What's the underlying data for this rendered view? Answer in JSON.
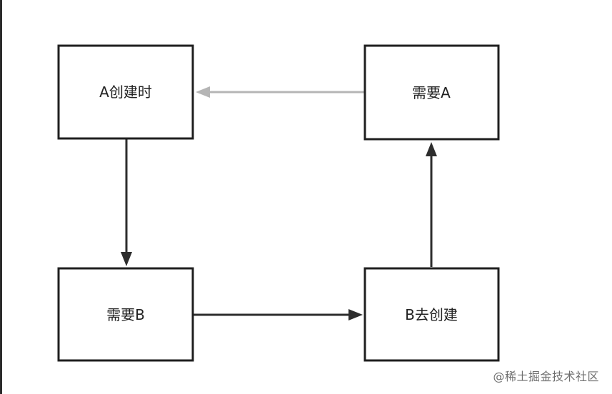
{
  "nodes": {
    "a_creating": {
      "label": "A创建时"
    },
    "need_a": {
      "label": "需要A"
    },
    "need_b": {
      "label": "需要B"
    },
    "b_creating": {
      "label": "B去创建"
    }
  },
  "edges": [
    {
      "from": "a_creating",
      "to": "need_b",
      "style": "dark"
    },
    {
      "from": "need_b",
      "to": "b_creating",
      "style": "dark"
    },
    {
      "from": "b_creating",
      "to": "need_a",
      "style": "dark"
    },
    {
      "from": "need_a",
      "to": "a_creating",
      "style": "light"
    }
  ],
  "colors": {
    "border": "#1f1f1f",
    "edge_dark": "#2d2d2d",
    "edge_light": "#b5b5b5",
    "watermark": "#6f6f6f"
  },
  "watermark": {
    "text": "@稀土掘金技术社区"
  }
}
